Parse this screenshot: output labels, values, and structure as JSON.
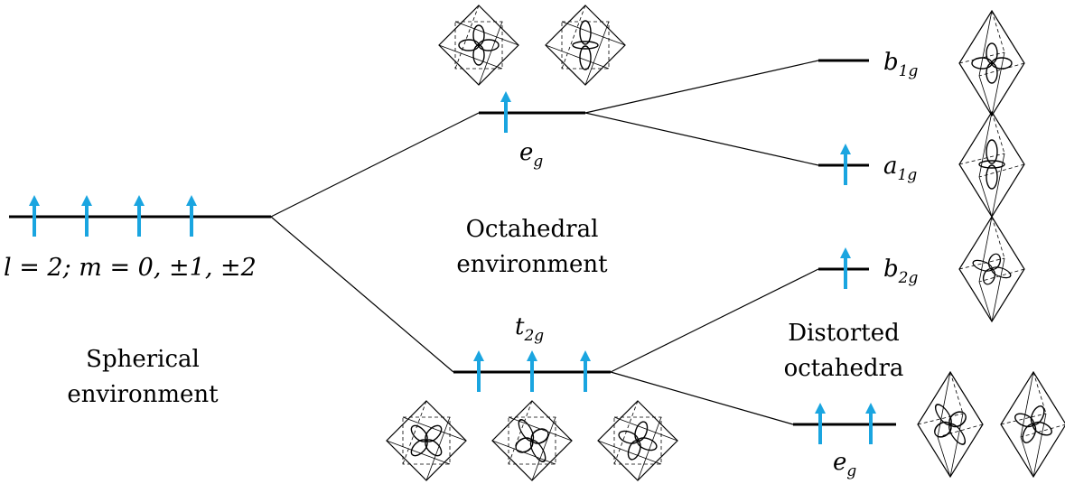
{
  "spherical": {
    "quantum_numbers": "l = 2; m = 0, ±1, ±2",
    "label_line1": "Spherical",
    "label_line2": "environment"
  },
  "octahedral": {
    "label_line1": "Octahedral",
    "label_line2": "environment",
    "eg": {
      "symbol": "e",
      "subscript": "g"
    },
    "t2g": {
      "symbol": "t",
      "subscript": "2g"
    }
  },
  "distorted": {
    "label_line1": "Distorted",
    "label_line2": "octahedra",
    "b1g": {
      "symbol": "b",
      "subscript": "1g"
    },
    "a1g": {
      "symbol": "a",
      "subscript": "1g"
    },
    "b2g": {
      "symbol": "b",
      "subscript": "2g"
    },
    "eg": {
      "symbol": "e",
      "subscript": "g"
    }
  },
  "colors": {
    "electron_arrow": "#1aa5e0",
    "lines": "#000000"
  }
}
